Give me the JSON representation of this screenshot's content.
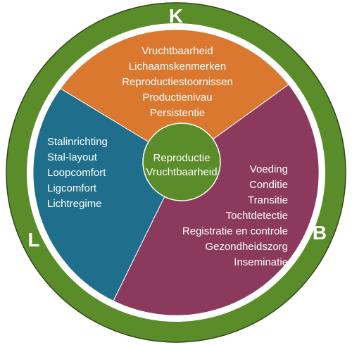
{
  "ring_letters": {
    "top": "K",
    "left": "L",
    "right": "B"
  },
  "segments": {
    "top": {
      "color": "#D9782E",
      "items": [
        "Vruchtbaarheid",
        "Lichaamskenmerken",
        "Reproductiestoornissen",
        "Productienivau",
        "Persistentie"
      ]
    },
    "left": {
      "color": "#1F6E8C",
      "items": [
        "Stalinrichting",
        "Stal-layout",
        "Loopcomfort",
        "Ligcomfort",
        "Lichtregime"
      ]
    },
    "right": {
      "color": "#8B3A5E",
      "items": [
        "Voeding",
        "Conditie",
        "Transitie",
        "Tochtdetectie",
        "Registratie en controle",
        "Gezondheidszorg",
        "Inseminatie"
      ]
    }
  },
  "center": {
    "color": "#5B8C2A",
    "lines": [
      "Reproductie",
      "Vruchtbaarheid"
    ]
  },
  "ring_color": "#5B8C2A"
}
